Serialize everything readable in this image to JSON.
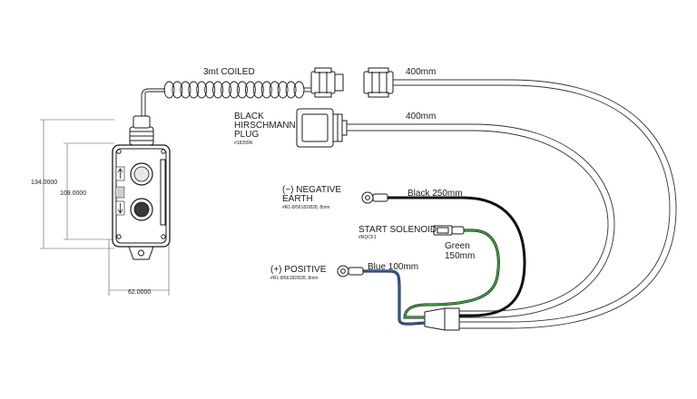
{
  "labels": {
    "coiled": "3mt COILED",
    "len_top": "400mm",
    "len_mid": "400mm",
    "plug_line1": "BLACK",
    "plug_line2": "HIRSCHMANN",
    "plug_line3": "PLUG",
    "plug_part": "#18209N",
    "neg_line1": "(−) NEGATIVE",
    "neg_line2": "EARTH",
    "neg_part": "#R1-8/56182/828, 8mm",
    "black_wire": "Black 250mm",
    "solenoid": "START SOLENOID",
    "solenoid_part": "#RQCF1",
    "green_line1": "Green",
    "green_line2": "150mm",
    "positive": "(+) POSITIVE",
    "pos_part": "#R1-8/56182/828, 8mm",
    "blue_wire": "Blue 100mm",
    "dim_height_outer": "134.0000",
    "dim_height_inner": "109.0000",
    "dim_width": "62.0000"
  },
  "colors": {
    "line": "#1a1a1a",
    "cable_outline": "#333333",
    "black_wire": "#111111",
    "green_wire": "#3aa63a",
    "blue_wire": "#2b5fb0"
  },
  "icons": {
    "up_arrow": "up-arrow-icon",
    "down_arrow": "down-arrow-icon"
  }
}
